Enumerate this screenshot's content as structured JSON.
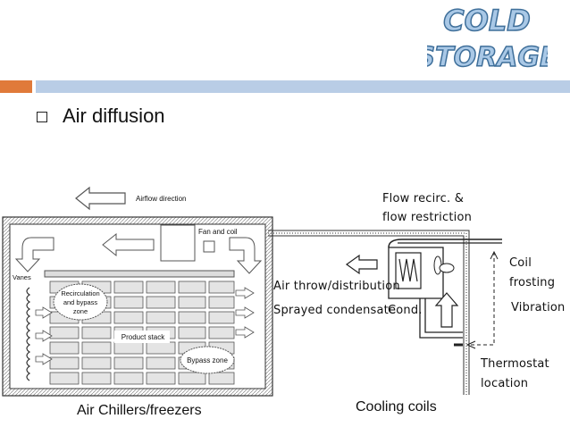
{
  "logo": {
    "line1": "COLD",
    "line2": "STORAGE"
  },
  "slide": {
    "bullet": "Air diffusion",
    "caption_left": "Air Chillers/freezers",
    "caption_right": "Cooling coils"
  },
  "left_diagram": {
    "airflow_direction": "Airflow direction",
    "fan_and_coil": "Fan and coil",
    "vanes": "Vanes",
    "recirc_line1": "Recirculation",
    "recirc_line2": "and bypass",
    "recirc_line3": "zone",
    "product_stack": "Product stack",
    "bypass_zone": "Bypass zone"
  },
  "right_diagram": {
    "flow_line1": "Flow recirc. &",
    "flow_line2": "flow restriction",
    "air_throw": "Air throw/distribution",
    "sprayed": "Sprayed condensate",
    "cond": "Cond.",
    "coil_frosting_1": "Coil",
    "coil_frosting_2": "frosting",
    "vibration": "Vibration",
    "thermostat_1": "Thermostat",
    "thermostat_2": "location"
  },
  "colors": {
    "accent_orange": "#e07a3a",
    "accent_blue": "#b9cde6",
    "logo_blue": "#8fb5d9"
  }
}
